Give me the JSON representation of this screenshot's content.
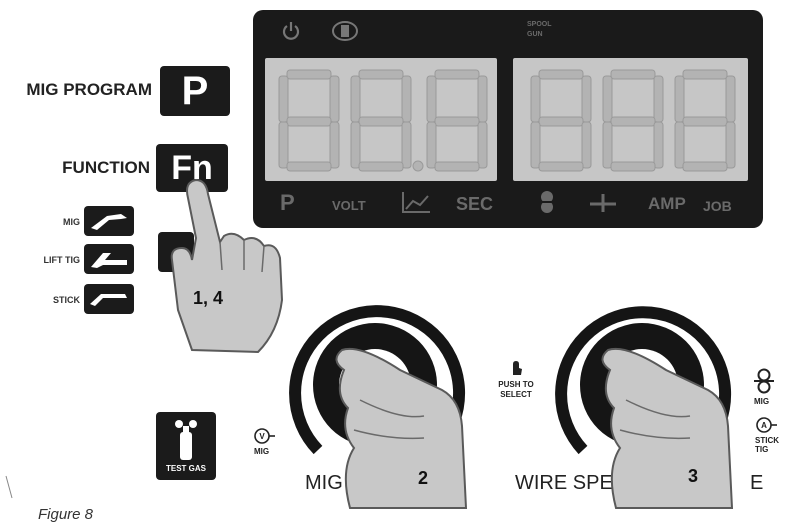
{
  "labels": {
    "mig_program": "MIG PROGRAM",
    "function": "FUNCTION",
    "mig": "MIG",
    "lift_tig": "LIFT TIG",
    "stick": "STICK",
    "test_gas": "TEST GAS",
    "push_to_select": "PUSH TO SELECT",
    "mig_voltage": "MIG VO",
    "wire_speed": "WIRE SPEED",
    "wire_speed_tail": "E",
    "right_mig": "MIG",
    "right_stick_tig": "STICK TIG",
    "volt_mig": "MIG",
    "figure": "Figure 8"
  },
  "keys": {
    "p_key": "P",
    "fn_key": "Fn"
  },
  "display": {
    "spool_gun": "SPOOL GUN",
    "left_digits": "88.8",
    "right_digits": "888",
    "bottom_indicators": [
      "P",
      "VOLT",
      "SEC",
      "AMP",
      "JOB"
    ]
  },
  "steps": {
    "hand_fn": "1, 4",
    "hand_left_knob": "2",
    "hand_right_knob": "3"
  },
  "colors": {
    "panel": "#1a1a1a",
    "lcd_bg": "#c6c6c6",
    "segment": "#b3b3b3",
    "hand": "#c8c8c8",
    "hand_outline": "#5a5a5a"
  }
}
